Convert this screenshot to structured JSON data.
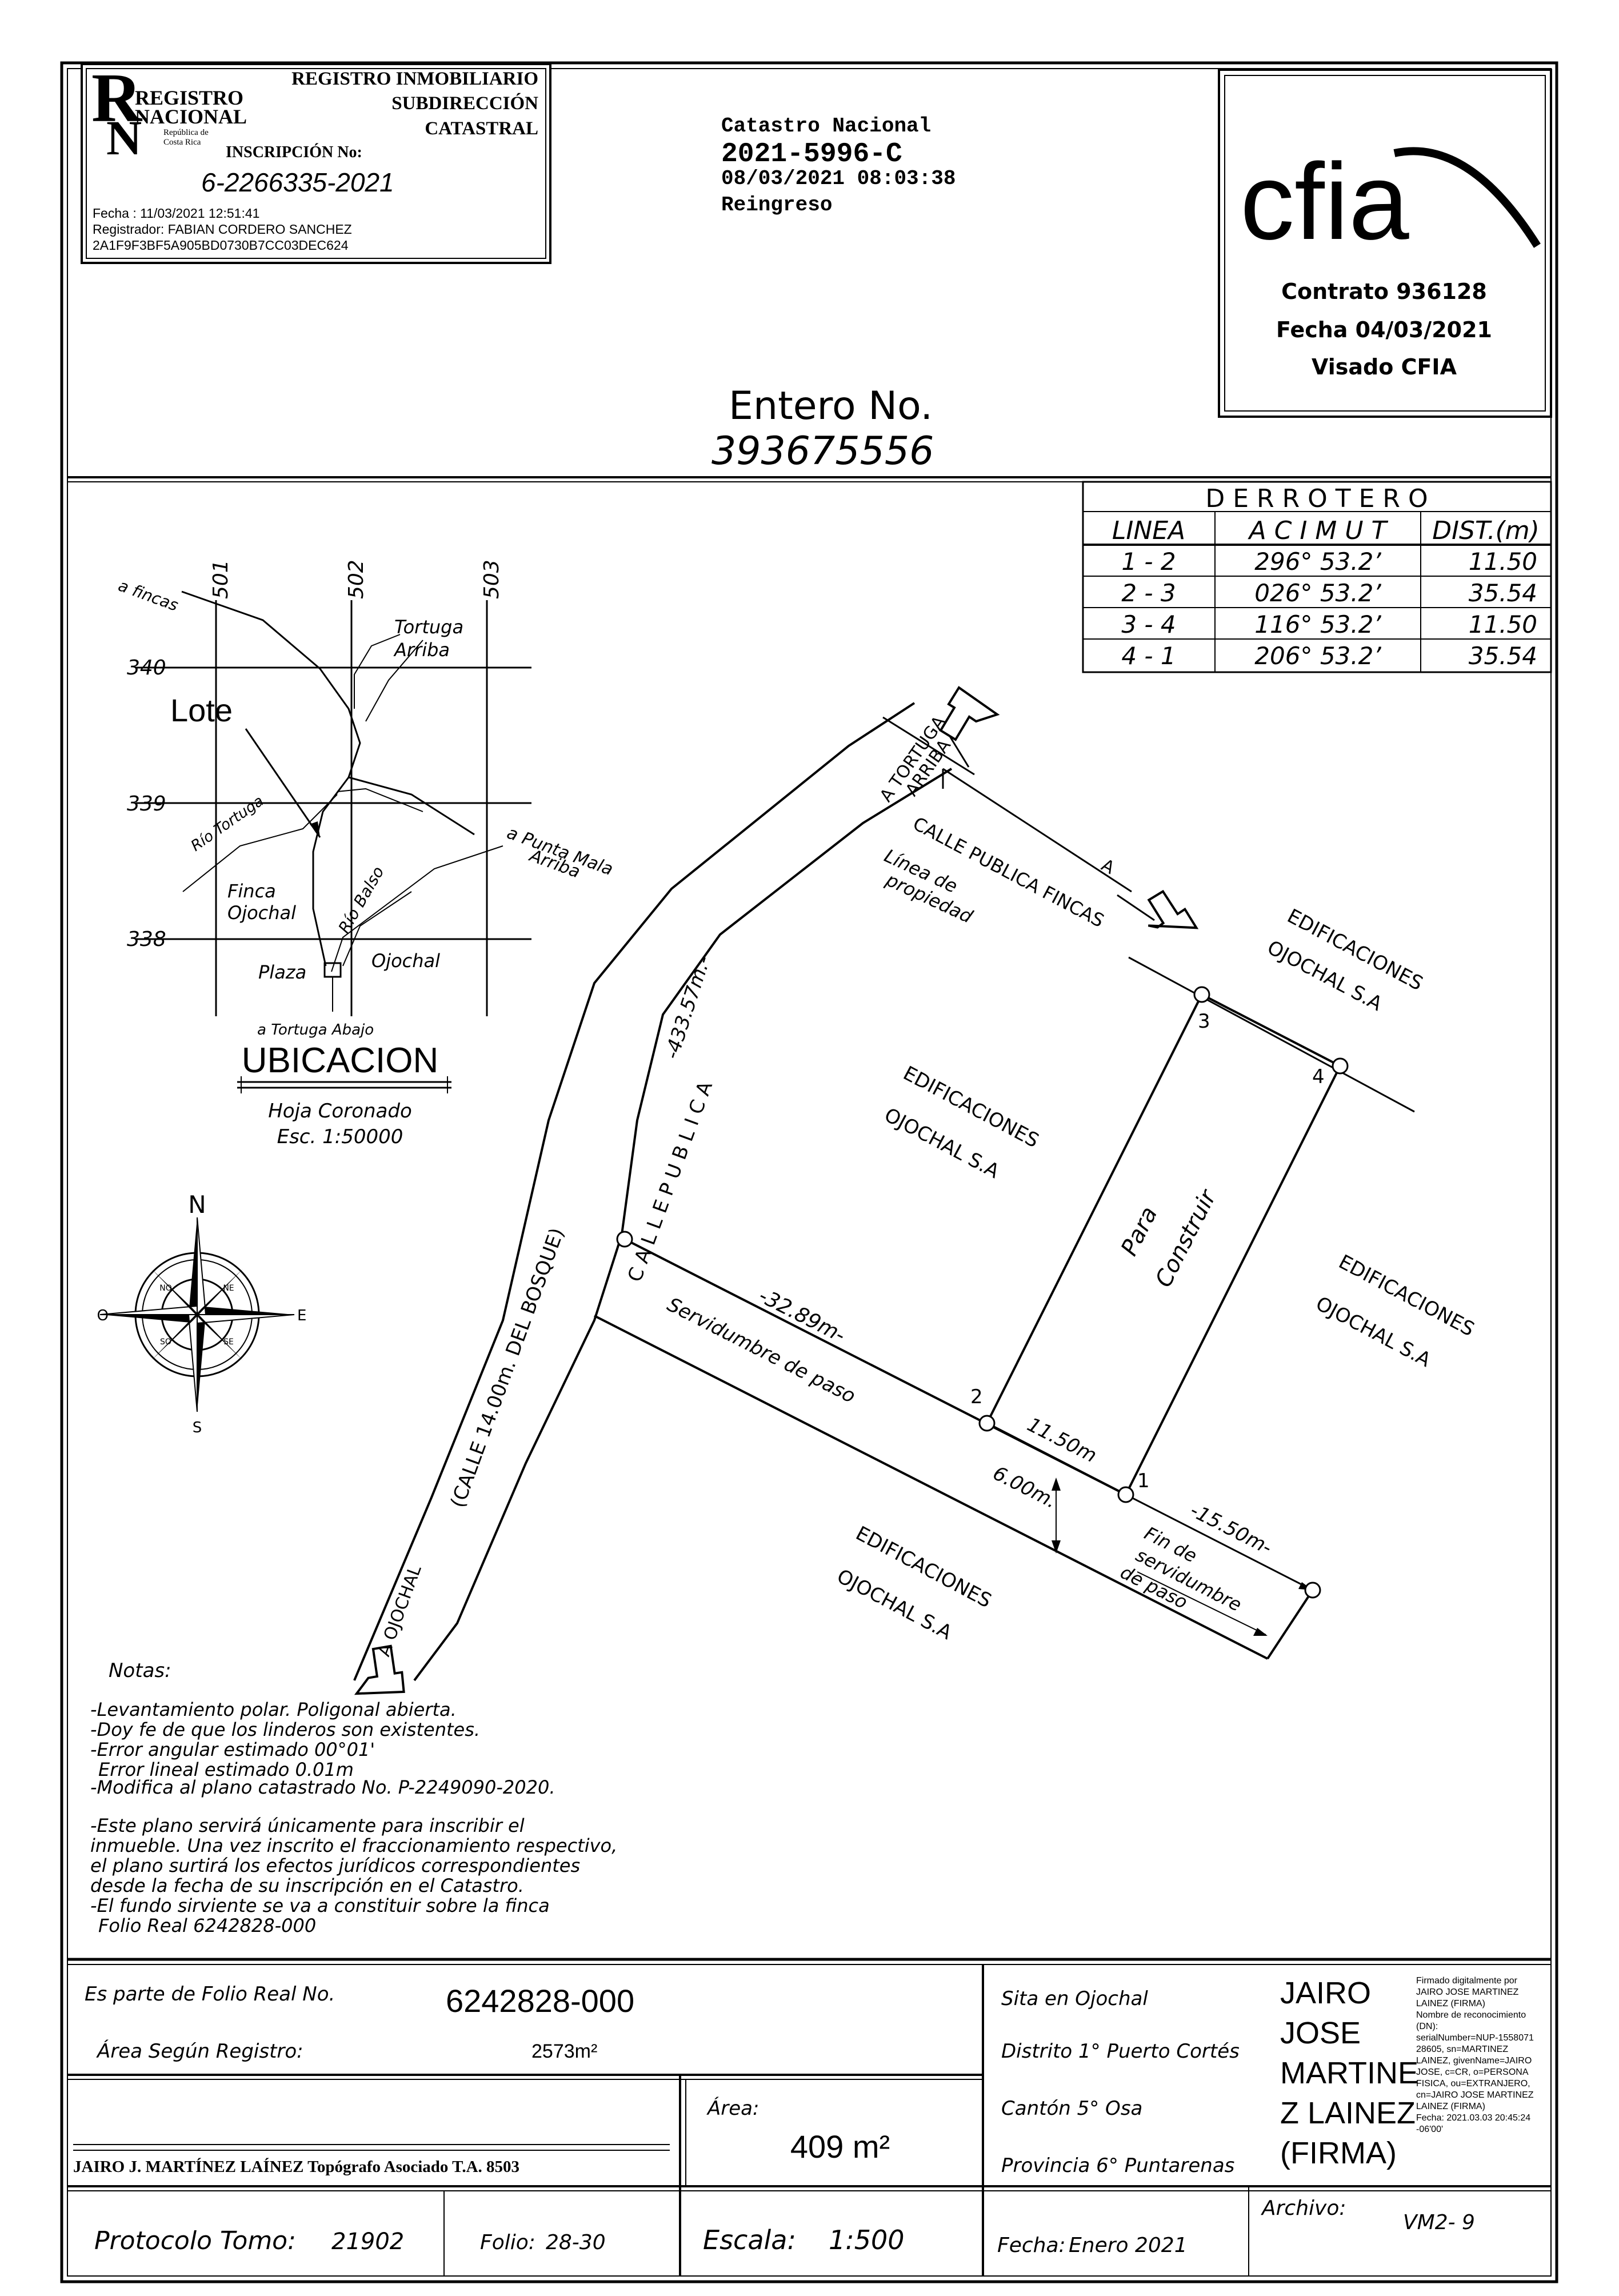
{
  "registro_stamp": {
    "logo_line1": "REGISTRO",
    "logo_line2": "NACIONAL",
    "logo_sub1": "República de",
    "logo_sub2": "Costa Rica",
    "header1": "REGISTRO INMOBILIARIO",
    "header2": "SUBDIRECCIÓN",
    "header3": "CATASTRAL",
    "inscripcion_label": "INSCRIPCIÓN No:",
    "inscripcion_no": "6-2266335-2021",
    "fecha": "Fecha        : 11/03/2021 12:51:41",
    "registrador": "Registrador: FABIAN CORDERO SANCHEZ",
    "hash": "2A1F9F3BF5A905BD0730B7CC03DEC624"
  },
  "catastro": {
    "title": "Catastro Nacional",
    "number": "2021-5996-C",
    "datetime": "08/03/2021 08:03:38",
    "status": "Reingreso"
  },
  "cfia": {
    "logo": "cfia",
    "contrato": "Contrato 936128",
    "fecha": "Fecha 04/03/2021",
    "visado": "Visado CFIA"
  },
  "entero": {
    "label": "Entero  No.",
    "number": "393675556"
  },
  "derrotero": {
    "title": "D E R R O T E R O",
    "headers": [
      "LINEA",
      "A C I M U T",
      "DIST.(m)"
    ],
    "rows": [
      [
        "1 - 2",
        "296°  53.2’",
        "11.50"
      ],
      [
        "2 - 3",
        "026°  53.2’",
        "35.54"
      ],
      [
        "3 - 4",
        "116°  53.2’",
        "11.50"
      ],
      [
        "4 - 1",
        "206°  53.2’",
        "35.54"
      ]
    ]
  },
  "location_map": {
    "grid_x": [
      "501",
      "502",
      "503"
    ],
    "grid_y": [
      "340",
      "339",
      "338"
    ],
    "lote": "Lote",
    "a_fincas": "a fincas",
    "tortuga_arriba_1": "Tortuga",
    "tortuga_arriba_2": "Arriba",
    "rio_tortuga": "Río Tortuga",
    "punta_mala_1": "a Punta Mala",
    "punta_mala_2": "Arriba",
    "finca_1": "Finca",
    "finca_2": "Ojochal",
    "rio_balso": "Río Balso",
    "plaza": "Plaza",
    "ojochal": "Ojochal",
    "tortuga_abajo": "a Tortuga Abajo",
    "ubicacion": "UBICACION",
    "hoja": "Hoja Coronado",
    "escala": "Esc.  1:50000"
  },
  "compass": {
    "n": "N",
    "s": "S",
    "e": "E",
    "o": "O",
    "ne": "NE",
    "no": "NO",
    "se": "SE",
    "so": "SO"
  },
  "plan": {
    "a_tortuga_arriba_1": "A TORTUGA",
    "a_tortuga_arriba_2": "ARRIBA",
    "calle_fincas": "CALLE PUBLICA FINCAS",
    "a_label": "A",
    "linea_prop_1": "Línea  de",
    "linea_prop_2": "propiedad",
    "dist_433": "-433.57m.-",
    "calle_publica": "C A L L E    P U B L I C A",
    "calle_bosque": "(CALLE   14.00m.  DEL BOSQUE)",
    "a_ojochal": "A OJOCHAL",
    "edif": "EDIFICACIONES",
    "ojochal_sa": "OJOCHAL S.A",
    "para": "Para",
    "construir": "Construir",
    "dist_3289": "-32.89m-",
    "servidumbre": "Servidumbre de paso",
    "dist_1150": "11.50m",
    "dist_600": "6.00m.",
    "dist_1550": "-15.50m-",
    "fin_1": "Fin  de",
    "fin_2": "servidumbre",
    "fin_3": "de paso",
    "pt1": "1",
    "pt2": "2",
    "pt3": "3",
    "pt4": "4"
  },
  "notas": {
    "title": "Notas:",
    "lines": [
      "-Levantamiento polar. Poligonal abierta.",
      "-Doy fe de que los linderos son existentes.",
      "-Error angular estimado 00°01'",
      "  Error lineal estimado 0.01m",
      " -Modifica al plano catastrado No. P-2249090-2020.",
      "-Este plano servirá únicamente para inscribir el",
      " inmueble. Una vez inscrito el fraccionamiento respectivo,",
      " el plano surtirá los efectos jurídicos correspondientes",
      "  desde la fecha de su inscripción en el Catastro.",
      "-El fundo sirviente se va a constituir sobre la finca",
      "  Folio Real 6242828-000"
    ]
  },
  "footer": {
    "folio_label": "Es parte de Folio Real No.",
    "folio_value": "6242828-000",
    "area_reg_label": "Área Según Registro:",
    "area_reg_value": "2573m²",
    "area_label": "Área:",
    "area_value": "409 m²",
    "surveyor": "JAIRO J. MARTÍNEZ LAÍNEZ Topógrafo Asociado T.A. 8503",
    "sita": "Sita  en  Ojochal",
    "distrito": "Distrito  1°  Puerto  Cortés",
    "canton": "Cantón  5°  Osa",
    "provincia": "Provincia  6°  Puntarenas",
    "sig_name": [
      "JAIRO",
      "JOSE",
      "MARTINE",
      "Z LAINEZ",
      "(FIRMA)"
    ],
    "sig_details": [
      "Firmado digitalmente por",
      "JAIRO JOSE MARTINEZ",
      "LAINEZ (FIRMA)",
      "Nombre de reconocimiento",
      "(DN):",
      "serialNumber=NUP-1558071",
      "28605, sn=MARTINEZ",
      "LAINEZ, givenName=JAIRO",
      "JOSE, c=CR, o=PERSONA",
      "FISICA, ou=EXTRANJERO,",
      "cn=JAIRO JOSE MARTINEZ",
      "LAINEZ (FIRMA)",
      "Fecha: 2021.03.03 20:45:24",
      "-06'00'"
    ],
    "protocolo_label": "Protocolo  Tomo:",
    "protocolo_value": "21902",
    "folio2_label": "Folio:",
    "folio2_value": "28-30",
    "escala_label": "Escala:",
    "escala_value": "1:500",
    "fecha_label": "Fecha:",
    "fecha_value": "Enero  2021",
    "archivo_label": "Archivo:",
    "archivo_value": "VM2-    9"
  }
}
